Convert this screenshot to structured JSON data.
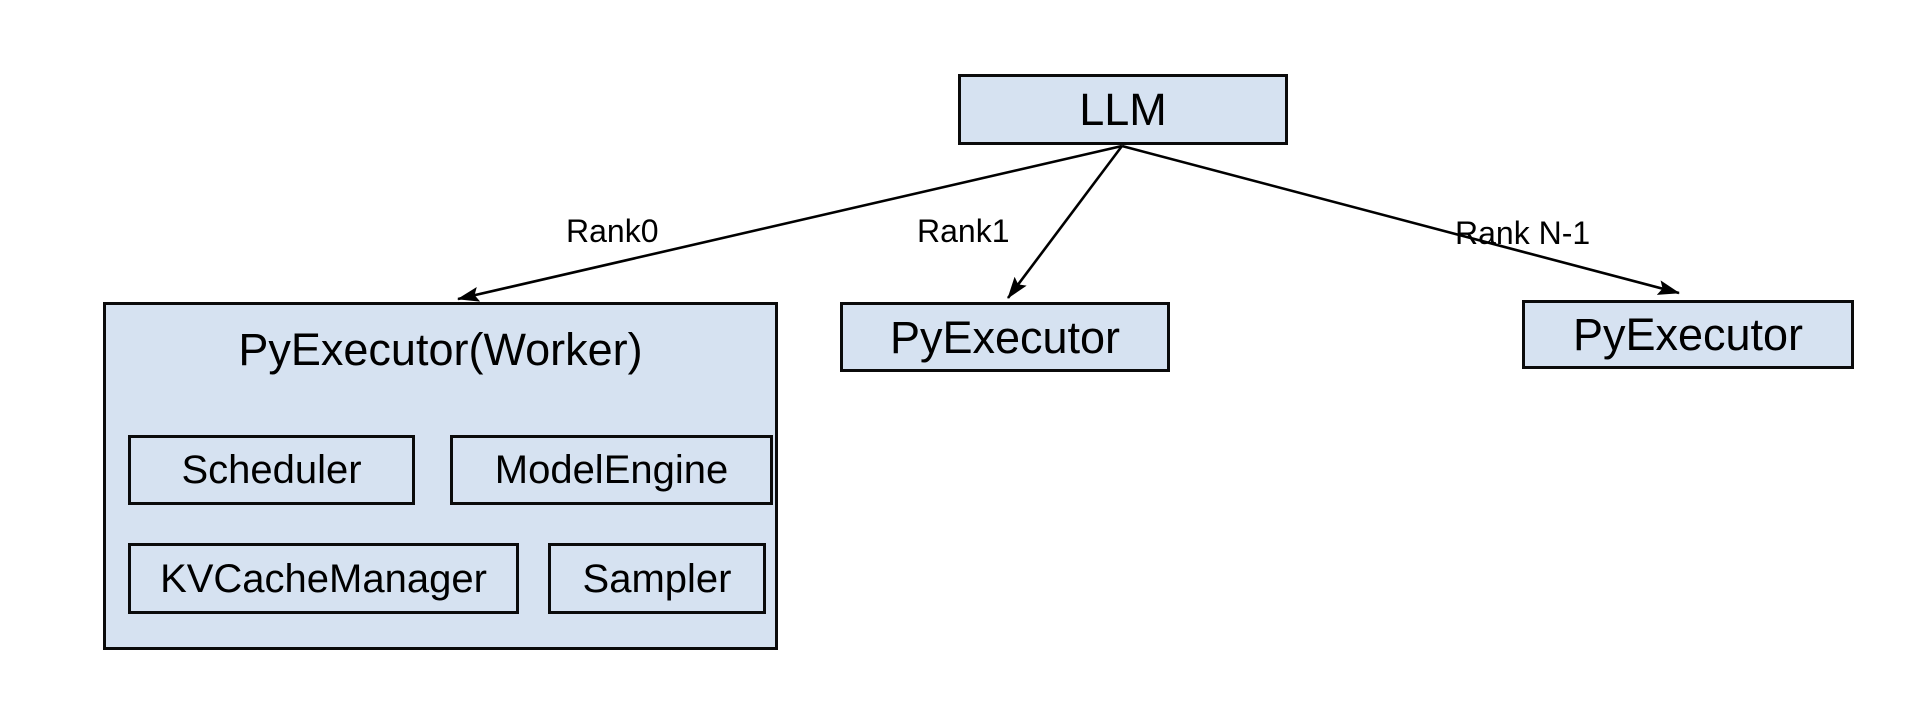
{
  "colors": {
    "background": "#ffffff",
    "node_fill": "#d6e2f1",
    "node_border": "#0b0b0b",
    "edge": "#000000",
    "text": "#000000"
  },
  "nodes": {
    "llm": {
      "label": "LLM"
    },
    "worker": {
      "title": "PyExecutor(Worker)",
      "children": [
        {
          "label": "Scheduler"
        },
        {
          "label": "ModelEngine"
        },
        {
          "label": "KVCacheManager"
        },
        {
          "label": "Sampler"
        }
      ]
    },
    "executor_rank1": {
      "label": "PyExecutor"
    },
    "executor_rank_n": {
      "label": "PyExecutor"
    }
  },
  "edges": [
    {
      "from": "llm",
      "to": "worker",
      "label": "Rank0"
    },
    {
      "from": "llm",
      "to": "executor_rank1",
      "label": "Rank1"
    },
    {
      "from": "llm",
      "to": "executor_rank_n",
      "label": "Rank N-1"
    }
  ]
}
